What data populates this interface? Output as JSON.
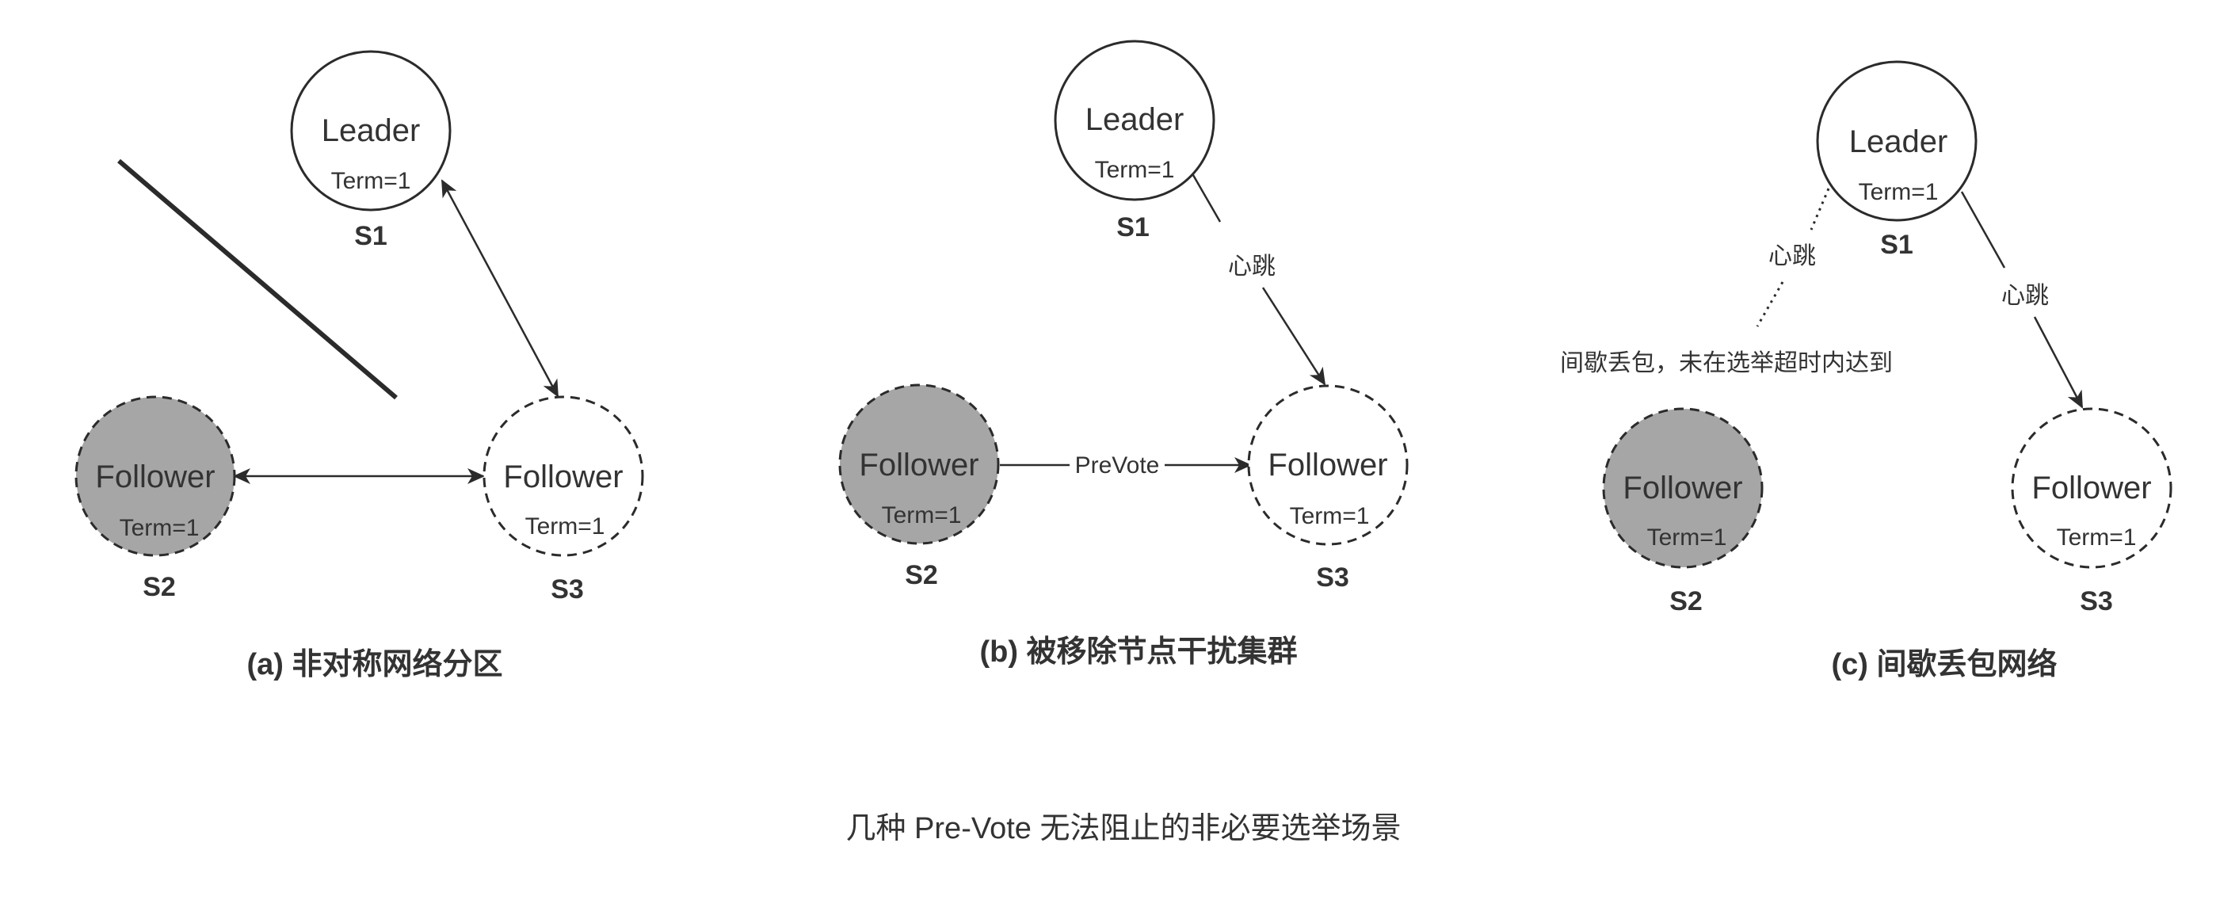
{
  "diagrams": [
    {
      "caption": "(a) 非对称网络分区",
      "nodes": [
        {
          "role": "Leader",
          "term": "Term=1",
          "id": "S1",
          "dashed": false,
          "shaded": false
        },
        {
          "role": "Follower",
          "term": "Term=1",
          "id": "S2",
          "dashed": true,
          "shaded": true
        },
        {
          "role": "Follower",
          "term": "Term=1",
          "id": "S3",
          "dashed": true,
          "shaded": false
        }
      ],
      "edges": [
        {
          "label": "",
          "type": "double-arrow",
          "from": "S1",
          "to": "S3"
        },
        {
          "label": "",
          "type": "double-arrow",
          "from": "S2",
          "to": "S3"
        }
      ],
      "partition_line": true
    },
    {
      "caption": "(b) 被移除节点干扰集群",
      "nodes": [
        {
          "role": "Leader",
          "term": "Term=1",
          "id": "S1",
          "dashed": false,
          "shaded": false
        },
        {
          "role": "Follower",
          "term": "Term=1",
          "id": "S2",
          "dashed": true,
          "shaded": true
        },
        {
          "role": "Follower",
          "term": "Term=1",
          "id": "S3",
          "dashed": true,
          "shaded": false
        }
      ],
      "edges": [
        {
          "label": "心跳",
          "type": "arrow",
          "from": "S1",
          "to": "S3"
        },
        {
          "label": "PreVote",
          "type": "arrow",
          "from": "S2",
          "to": "S3"
        }
      ]
    },
    {
      "caption": "(c) 间歇丢包网络",
      "nodes": [
        {
          "role": "Leader",
          "term": "Term=1",
          "id": "S1",
          "dashed": false,
          "shaded": false
        },
        {
          "role": "Follower",
          "term": "Term=1",
          "id": "S2",
          "dashed": true,
          "shaded": true
        },
        {
          "role": "Follower",
          "term": "Term=1",
          "id": "S3",
          "dashed": true,
          "shaded": false
        }
      ],
      "edges": [
        {
          "label": "心跳",
          "type": "dotted",
          "from": "S1",
          "to": "S2"
        },
        {
          "label": "心跳",
          "type": "arrow",
          "from": "S1",
          "to": "S3"
        }
      ],
      "note": "间歇丢包，未在选举超时内达到"
    }
  ],
  "title": "几种 Pre-Vote 无法阻止的非必要选举场景",
  "colors": {
    "stroke": "#2b2b2b",
    "text": "#333333",
    "shaded_fill": "#a6a6a6",
    "background": "#ffffff"
  }
}
